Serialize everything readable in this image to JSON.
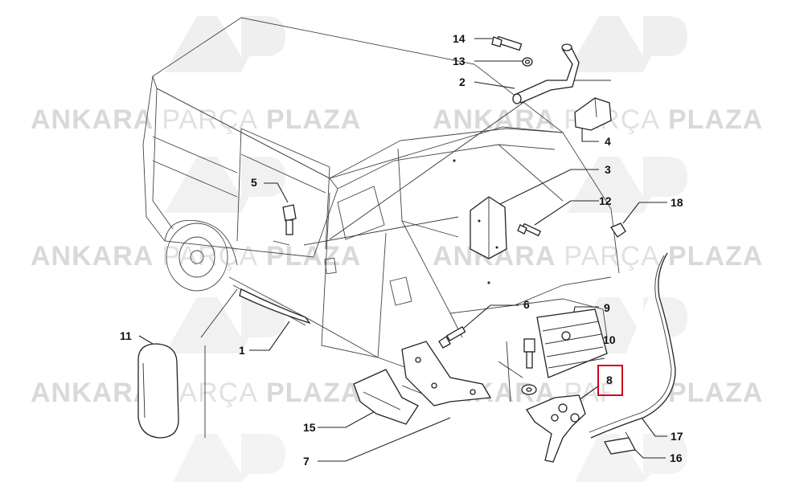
{
  "watermark": {
    "word1": "ANKARA",
    "word2": "PARÇA",
    "word3": "PLAZA"
  },
  "callouts": [
    {
      "id": "c1",
      "label": "1"
    },
    {
      "id": "c2",
      "label": "2"
    },
    {
      "id": "c3",
      "label": "3"
    },
    {
      "id": "c4",
      "label": "4"
    },
    {
      "id": "c5",
      "label": "5"
    },
    {
      "id": "c6",
      "label": "6"
    },
    {
      "id": "c7",
      "label": "7"
    },
    {
      "id": "c8",
      "label": "8",
      "highlighted": true
    },
    {
      "id": "c9",
      "label": "9"
    },
    {
      "id": "c10",
      "label": "10"
    },
    {
      "id": "c11",
      "label": "11"
    },
    {
      "id": "c12",
      "label": "12"
    },
    {
      "id": "c13",
      "label": "13"
    },
    {
      "id": "c14",
      "label": "14"
    },
    {
      "id": "c15",
      "label": "15"
    },
    {
      "id": "c16",
      "label": "16"
    },
    {
      "id": "c17",
      "label": "17"
    },
    {
      "id": "c18",
      "label": "18"
    }
  ],
  "colors": {
    "highlight": "#d0021b",
    "line": "#222222",
    "watermark": "#d9d9d9"
  }
}
